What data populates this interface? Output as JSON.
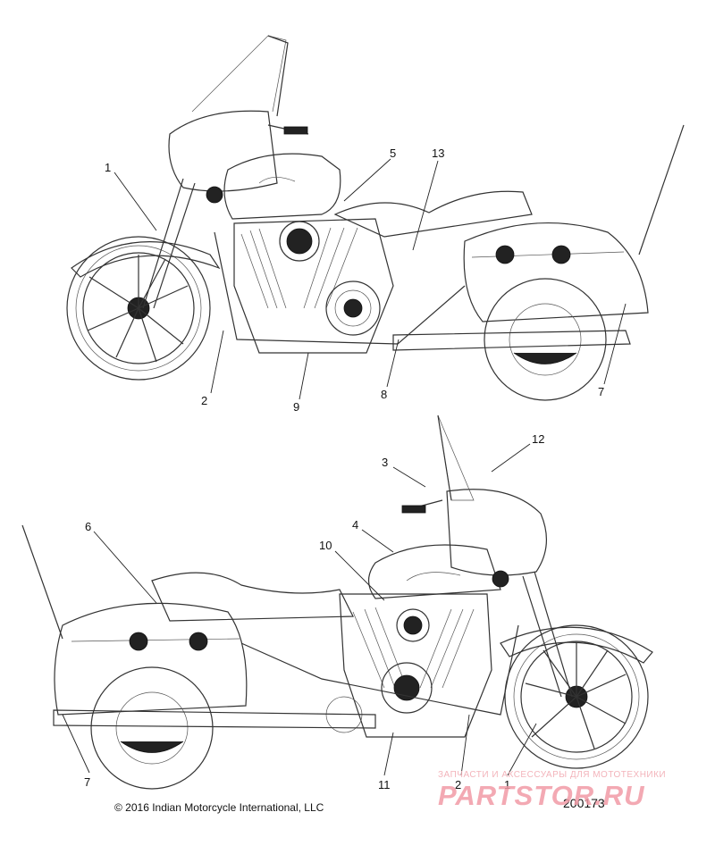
{
  "top_view": {
    "callouts": [
      {
        "id": "1",
        "label": "1"
      },
      {
        "id": "5",
        "label": "5"
      },
      {
        "id": "13",
        "label": "13"
      },
      {
        "id": "2",
        "label": "2"
      },
      {
        "id": "9",
        "label": "9"
      },
      {
        "id": "8",
        "label": "8"
      },
      {
        "id": "7",
        "label": "7"
      }
    ]
  },
  "bottom_view": {
    "callouts": [
      {
        "id": "3",
        "label": "3"
      },
      {
        "id": "12",
        "label": "12"
      },
      {
        "id": "6",
        "label": "6"
      },
      {
        "id": "4",
        "label": "4"
      },
      {
        "id": "10",
        "label": "10"
      },
      {
        "id": "7",
        "label": "7"
      },
      {
        "id": "11",
        "label": "11"
      },
      {
        "id": "2",
        "label": "2"
      },
      {
        "id": "1",
        "label": "1"
      }
    ]
  },
  "footer": {
    "copyright": "© 2016 Indian Motorcycle International, LLC",
    "diagram_id": "200173"
  },
  "watermark": {
    "subtitle": "ЗАПЧАСТИ И АКСЕССУАРЫ ДЛЯ МОТОТЕХНИКИ",
    "brand": "PARTSTOR.RU"
  }
}
